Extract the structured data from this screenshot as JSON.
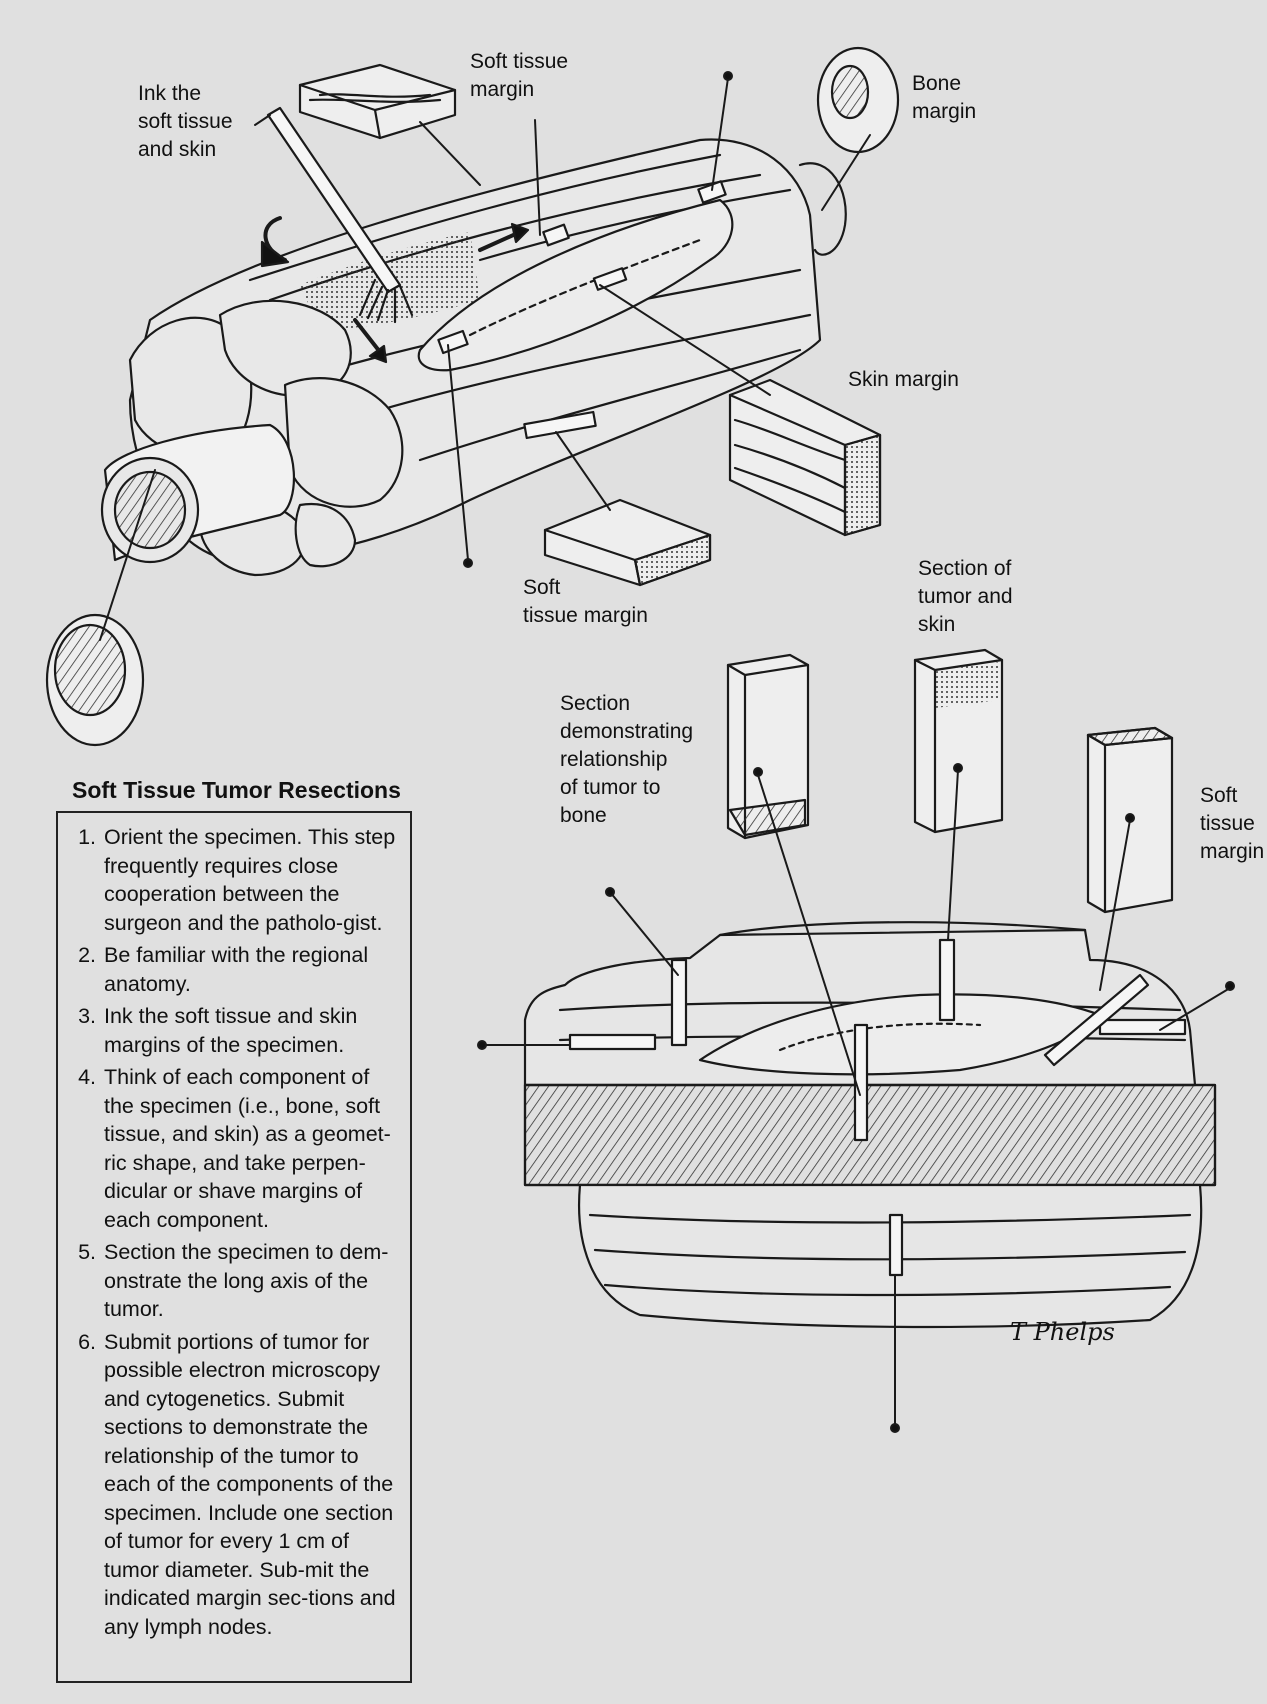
{
  "labels": {
    "ink": [
      "Ink the",
      "soft tissue",
      "and skin"
    ],
    "soft_tissue_margin_top": [
      "Soft tissue",
      "margin"
    ],
    "bone_margin": [
      "Bone",
      "margin"
    ],
    "skin_margin": [
      "Skin margin"
    ],
    "soft_tissue_margin_bottom": [
      "Soft",
      "tissue margin"
    ],
    "section_tumor_skin": [
      "Section of",
      "tumor and",
      "skin"
    ],
    "section_bone": [
      "Section",
      "demonstrating",
      "relationship",
      "of tumor to",
      "bone"
    ],
    "soft_tissue_margin_right": [
      "Soft",
      "tissue",
      "margin"
    ]
  },
  "signature": "T Phelps",
  "box": {
    "title": "Soft Tissue Tumor Resections",
    "steps": [
      {
        "num": "1.",
        "text": "Orient the specimen. This step frequently requires close cooperation between the surgeon and the patholo-gist."
      },
      {
        "num": "2.",
        "text": "Be familiar with the regional anatomy."
      },
      {
        "num": "3.",
        "text": "Ink the soft tissue and skin margins of the specimen."
      },
      {
        "num": "4.",
        "text": "Think of each component of the specimen (i.e., bone, soft tissue, and skin) as a geomet-ric shape, and take perpen-dicular or shave margins of each component."
      },
      {
        "num": "5.",
        "text": "Section the specimen to dem-onstrate the long axis of the tumor."
      },
      {
        "num": "6.",
        "text": "Submit portions of tumor for possible electron microscopy and cytogenetics. Submit sections to demonstrate the relationship of the tumor to each of the components of the specimen. Include one section of tumor for every 1 cm of tumor diameter. Sub-mit the indicated margin sec-tions and any lymph nodes."
      }
    ]
  }
}
